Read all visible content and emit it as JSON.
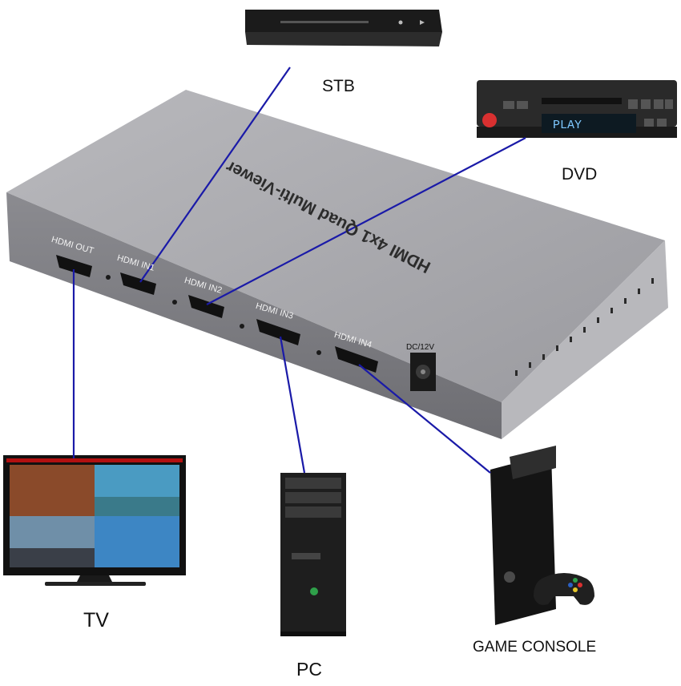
{
  "device": {
    "title": "HDMI 4x1 Quad Multi-Viewer",
    "ports": {
      "out": "HDMI OUT",
      "in1": "HDMI IN1",
      "in2": "HDMI IN2",
      "in3": "HDMI IN3",
      "in4": "HDMI IN4",
      "dc": "DC/12V"
    },
    "dvd_display": "PLAY"
  },
  "sources": {
    "stb": "STB",
    "dvd": "DVD",
    "pc": "PC",
    "game_console": "GAME CONSOLE"
  },
  "display": {
    "tv": "TV"
  },
  "colors": {
    "cable": "#1a1aa8",
    "device_body": "#a9a9ad",
    "dvd_display": "#7ec8ff",
    "power_button": "#d93030"
  }
}
